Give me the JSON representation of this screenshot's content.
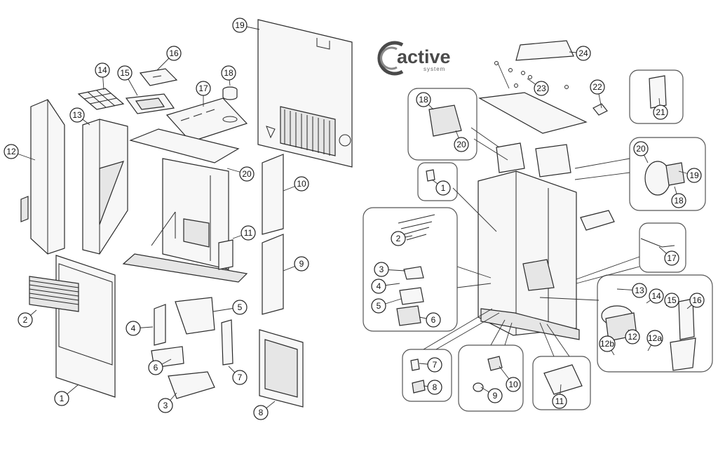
{
  "brand": {
    "word": "active",
    "sub": "system"
  },
  "left_labels": [
    "1",
    "2",
    "3",
    "4",
    "5",
    "6",
    "7",
    "8",
    "9",
    "10",
    "11",
    "12",
    "13",
    "14",
    "15",
    "16",
    "17",
    "18",
    "19",
    "20"
  ],
  "right_labels": [
    "1",
    "2",
    "3",
    "4",
    "5",
    "6",
    "7",
    "8",
    "9",
    "10",
    "11",
    "12",
    "12a",
    "12b",
    "13",
    "14",
    "15",
    "16",
    "17",
    "18",
    "20",
    "18",
    "19",
    "20",
    "21",
    "22",
    "23",
    "24"
  ],
  "colors": {
    "stroke": "#2a2a2a",
    "panel": "#f7f7f7",
    "shade": "#e6e6e6",
    "logo": "#4a4a4a"
  }
}
